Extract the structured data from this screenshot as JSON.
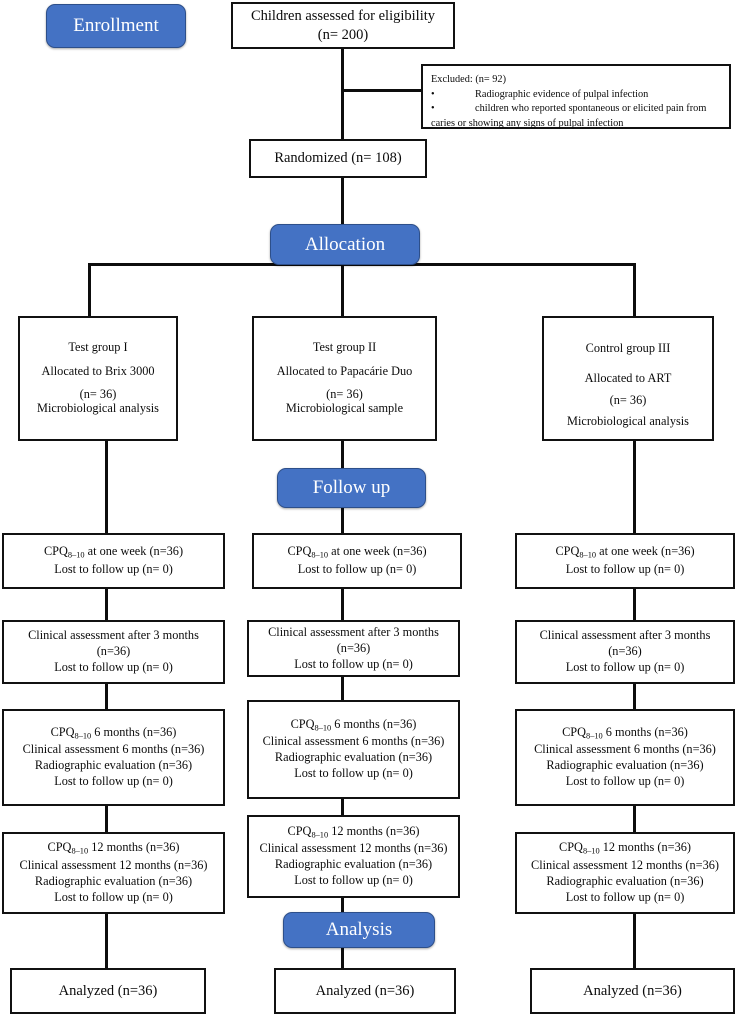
{
  "diagram": {
    "title": "CONSORT participant flow diagram",
    "accent_color": "#4472C4",
    "line_color": "#111111"
  },
  "stages": {
    "enrollment": "Enrollment",
    "allocation": "Allocation",
    "followup": "Follow up",
    "analysis": "Analysis"
  },
  "enrollment": {
    "assessed": {
      "line1": "Children assessed for eligibility",
      "line2": "(n= 200)"
    },
    "excluded": {
      "header": "Excluded: (n= 92)",
      "bullet1": "Radiographic evidence of pulpal infection",
      "bullet2": "children who reported spontaneous or elicited pain from",
      "bullet2_cont": "caries or showing any signs of pulpal infection",
      "bullet_glyph": "•"
    },
    "randomized": "Randomized (n= 108)"
  },
  "allocation": {
    "group1": {
      "line1": "Test group I",
      "line2": "Allocated to Brix 3000",
      "line3": "(n= 36)",
      "line4": "Microbiological analysis"
    },
    "group2": {
      "line1": "Test group II",
      "line2": "Allocated to Papacárie Duo",
      "line3": "(n= 36)",
      "line4": "Microbiological sample"
    },
    "group3": {
      "line1": "Control group III",
      "line2": "Allocated to ART",
      "line3": "(n= 36)",
      "line4": "Microbiological analysis"
    }
  },
  "followup": {
    "week1": {
      "cpq_prefix": "CPQ",
      "cpq_sub": "8–10",
      "cpq_rest": " at one week (n=36)",
      "lost": "Lost to follow up (n= 0)"
    },
    "month3": {
      "line1": "Clinical assessment after 3 months",
      "line2": "(n=36)",
      "line3": "Lost to follow up (n= 0)"
    },
    "month6": {
      "cpq_prefix": "CPQ",
      "cpq_sub": "8–10",
      "cpq_rest": " 6 months (n=36)",
      "clinical": "Clinical assessment 6 months (n=36)",
      "radiographic": "Radiographic evaluation (n=36)",
      "lost": "Lost to follow up (n= 0)"
    },
    "month12": {
      "cpq_prefix": "CPQ",
      "cpq_sub": "8–10",
      "cpq_rest": " 12 months (n=36)",
      "clinical": "Clinical assessment 12 months (n=36)",
      "radiographic": "Radiographic evaluation (n=36)",
      "lost": "Lost to follow up (n= 0)"
    }
  },
  "analysis": {
    "analyzed": "Analyzed (n=36)"
  }
}
